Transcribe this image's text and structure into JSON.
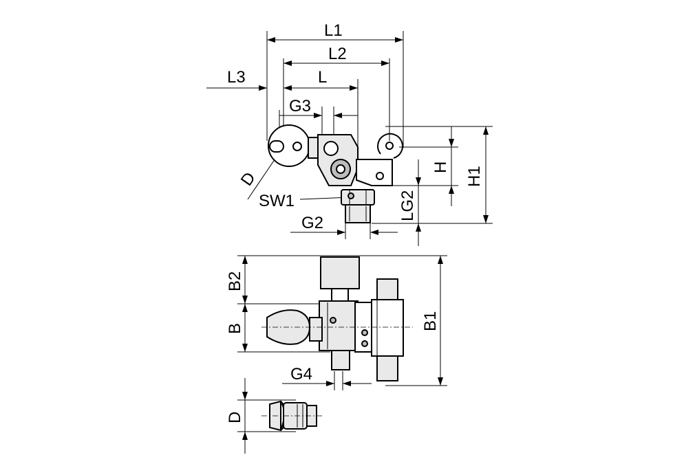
{
  "dimensions": {
    "L1": "L1",
    "L2": "L2",
    "L3": "L3",
    "L": "L",
    "G3": "G3",
    "D": "D",
    "SW1": "SW1",
    "G2": "G2",
    "H": "H",
    "H1": "H1",
    "LG2": "LG2",
    "B2": "B2",
    "B": "B",
    "B1": "B1",
    "G4": "G4",
    "D_detail": "D"
  }
}
